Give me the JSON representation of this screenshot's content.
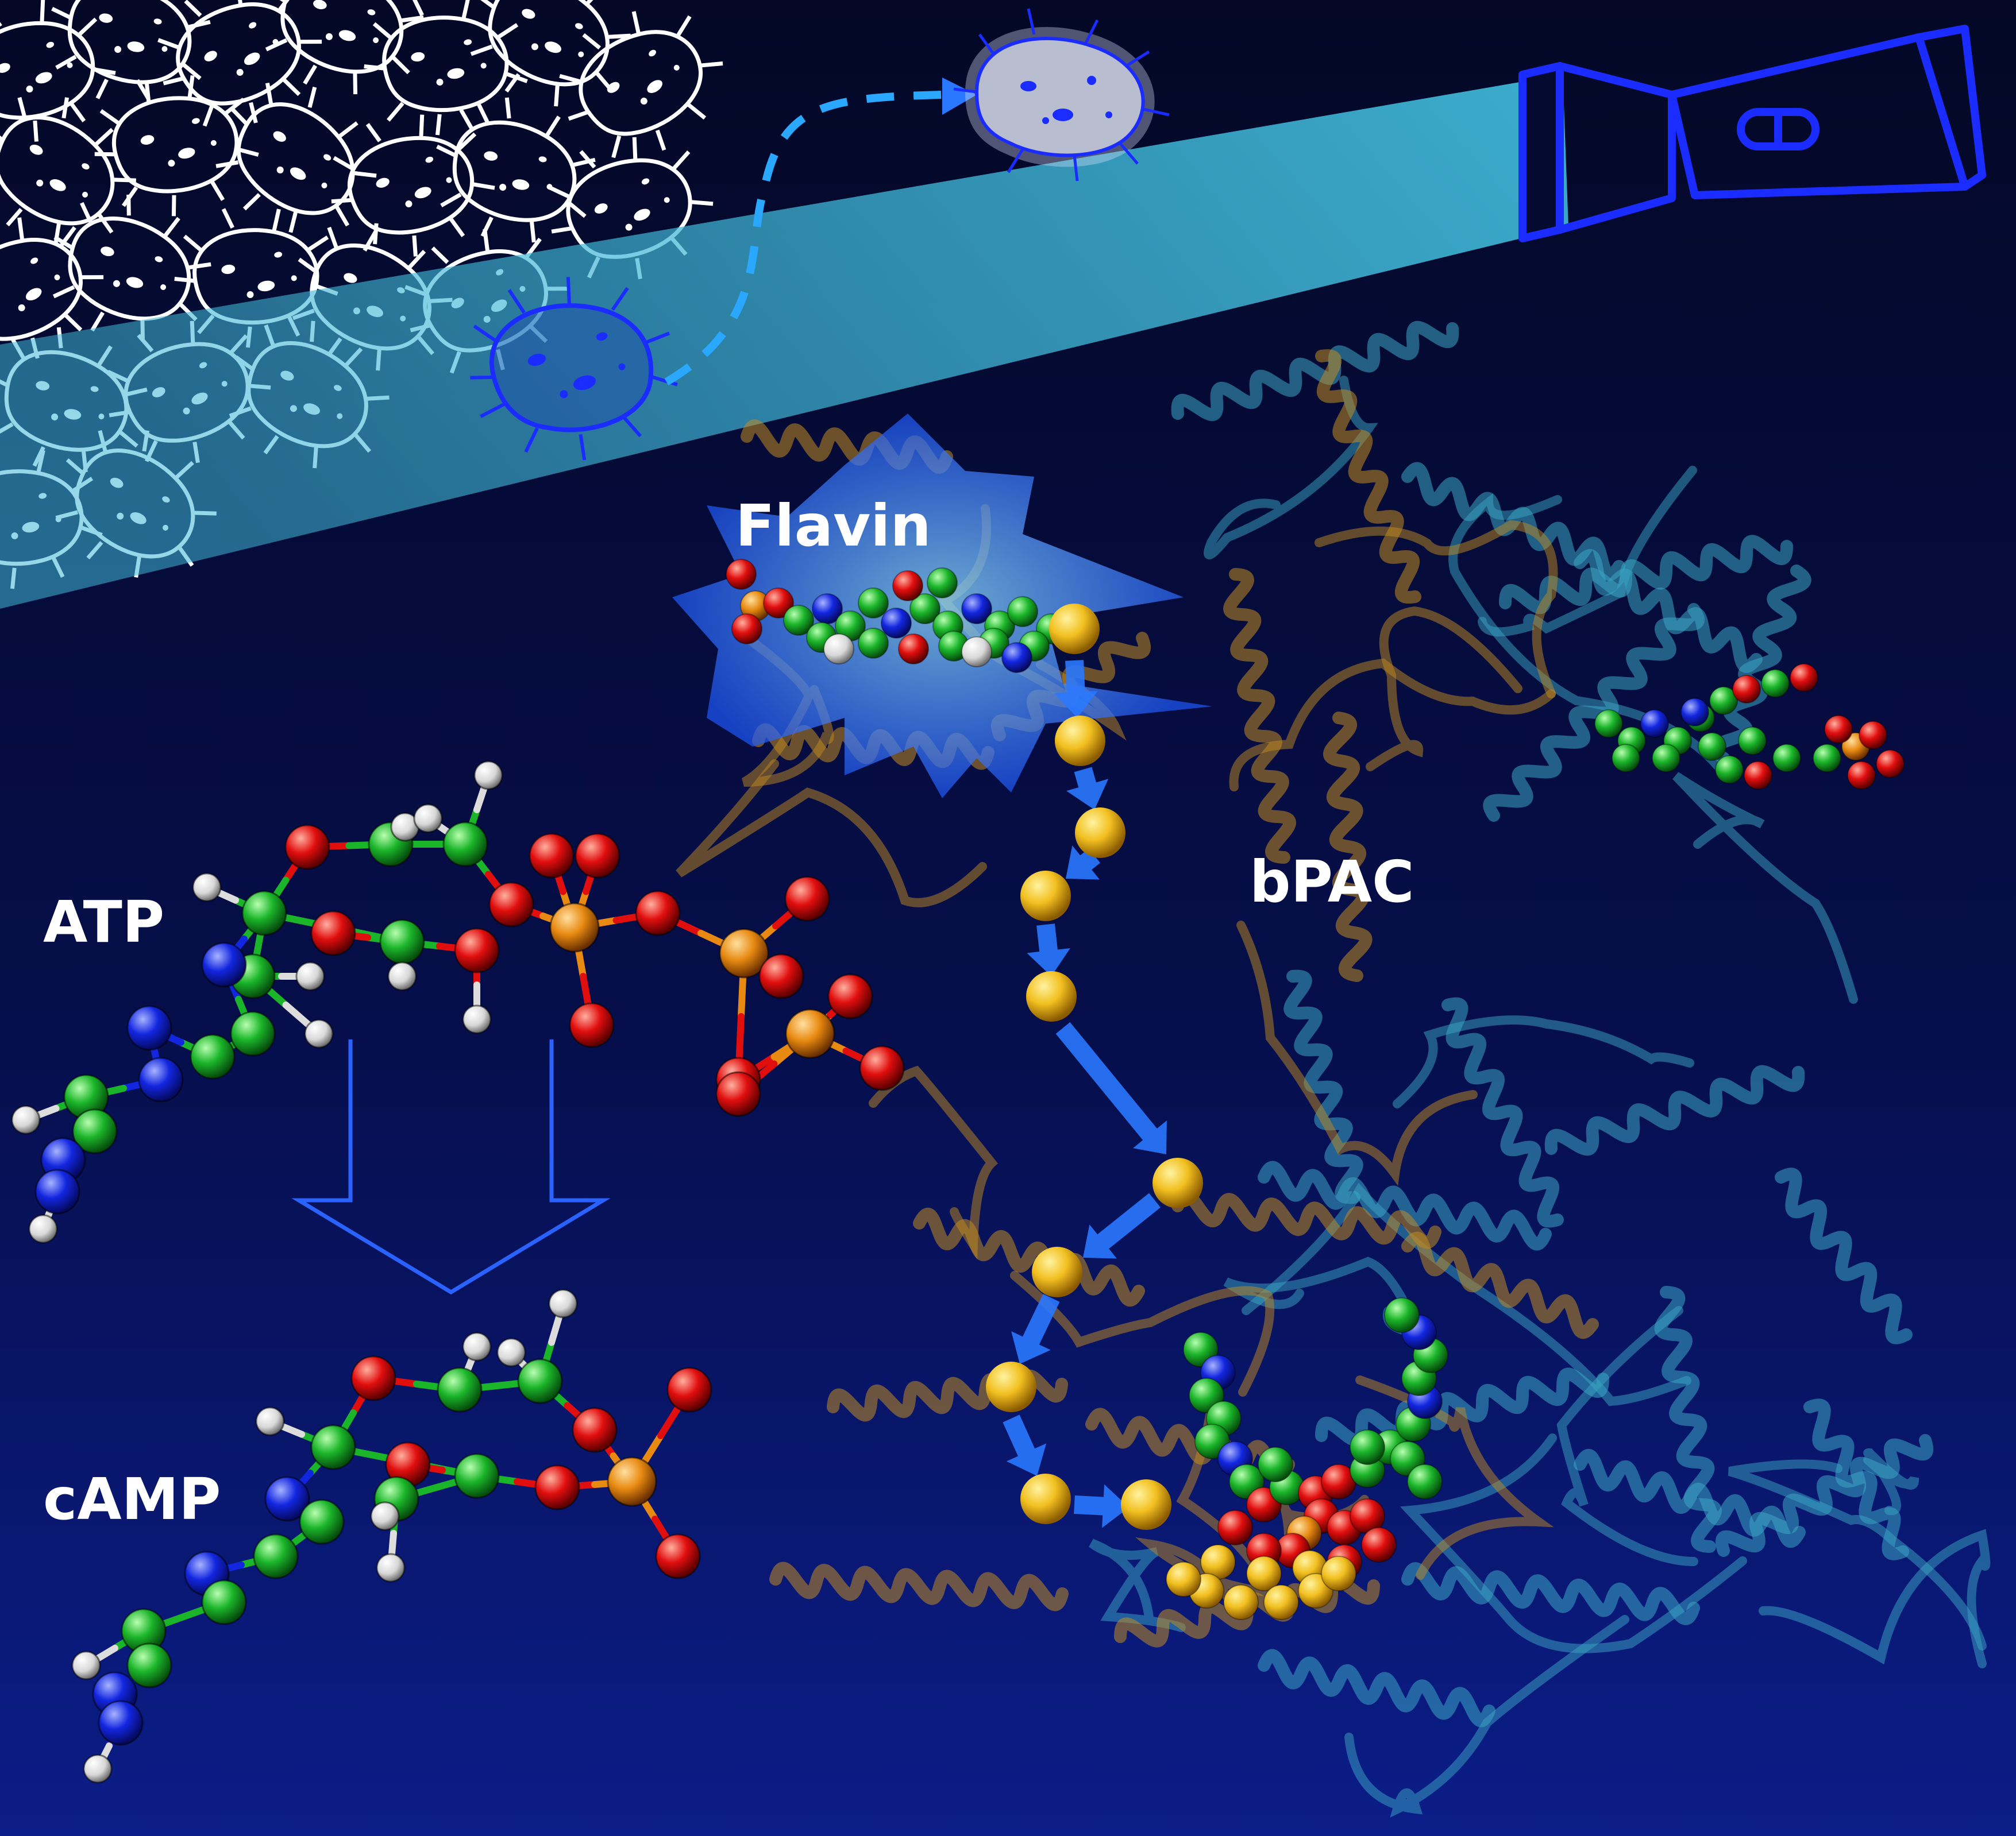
{
  "labels": {
    "flavin": "Flavin",
    "atp": "ATP",
    "camp": "cAMP",
    "bpac": "bPAC"
  },
  "colors": {
    "background_top": "#040826",
    "background_bottom": "#0a1a80",
    "light_beam": "#3fb6d6",
    "flashlight": "#1a2cff",
    "protein_orange": "#c08a20",
    "protein_cyan": "#3aa6c4",
    "carbon": "#1bb52a",
    "oxygen": "#e10e0e",
    "nitrogen": "#1226e0",
    "phosphorus": "#e88a12",
    "hydrogen": "#e8e8e8",
    "electron_path_sphere": "#f2c020",
    "arrow_blue": "#2a78ff"
  },
  "icons": [
    "bacteria-cell-icon",
    "flashlight-icon",
    "starburst-icon"
  ]
}
